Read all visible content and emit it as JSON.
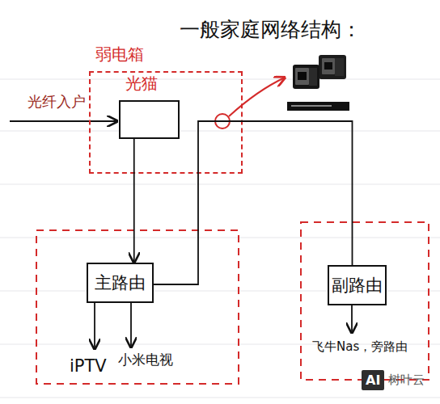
{
  "diagram": {
    "title": "一般家庭网络结构：",
    "nodes": [
      {
        "text": [
          "弱电箱"
        ]
      },
      {
        "text": [
          "光猫"
        ],
        "in": 0
      },
      {
        "text": [
          "主路由"
        ]
      },
      {
        "text": [
          "副路由"
        ]
      }
    ],
    "edges": [
      {
        "from": 1,
        "to": 2,
        "arrow": "to"
      },
      {
        "from": 2,
        "to": 3,
        "arrow": "none"
      }
    ],
    "labels": [
      "光纤入户",
      "iPTV",
      "小米电视",
      "飞牛Nas，旁路由",
      "AI",
      "树叶云"
    ]
  }
}
